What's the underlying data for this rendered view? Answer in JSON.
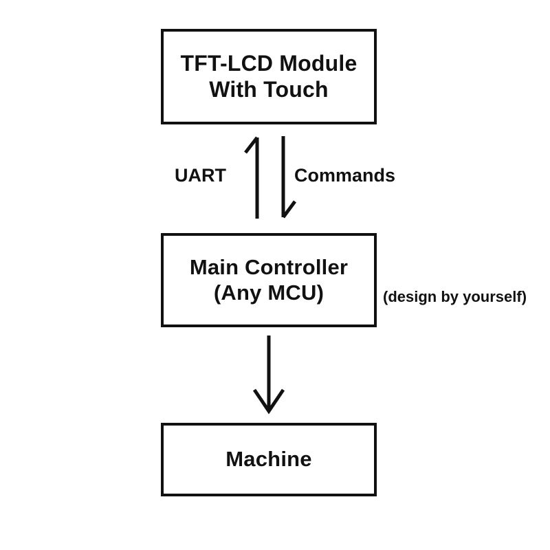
{
  "diagram": {
    "title": "TFT-LCD Module system block diagram",
    "background_color": "#ffffff",
    "stroke_color": "#111111",
    "nodes": [
      {
        "id": "tft-lcd",
        "lines": [
          "TFT-LCD Module",
          "With Touch"
        ]
      },
      {
        "id": "main-controller",
        "lines": [
          "Main Controller",
          "(Any MCU)"
        ]
      },
      {
        "id": "machine",
        "lines": [
          "Machine"
        ]
      }
    ],
    "edges": [
      {
        "id": "uart",
        "label": "UART",
        "from": "main-controller",
        "to": "tft-lcd",
        "direction": "up"
      },
      {
        "id": "commands",
        "label": "Commands",
        "from": "tft-lcd",
        "to": "main-controller",
        "direction": "down"
      },
      {
        "id": "controller-to-machine",
        "label": "",
        "from": "main-controller",
        "to": "machine",
        "direction": "down"
      }
    ],
    "annotations": [
      {
        "id": "design-note",
        "text": "(design by yourself)"
      }
    ]
  }
}
